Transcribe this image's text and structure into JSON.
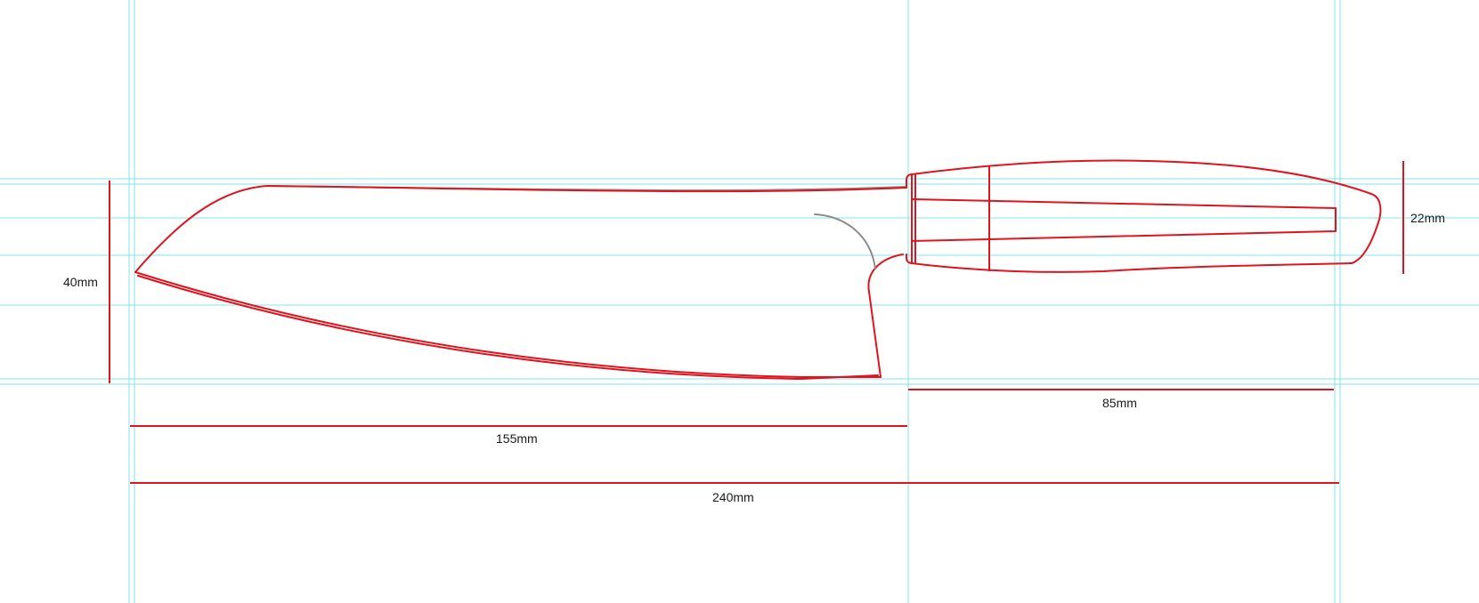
{
  "colors": {
    "outline": "#e0141e",
    "guide": "#7fe6ea",
    "gray": "#8c8c8c",
    "label": "#1a1a1a"
  },
  "dimensions": {
    "blade_height": "40mm",
    "handle_height": "22mm",
    "handle_length": "85mm",
    "blade_length": "155mm",
    "total_length": "240mm"
  }
}
